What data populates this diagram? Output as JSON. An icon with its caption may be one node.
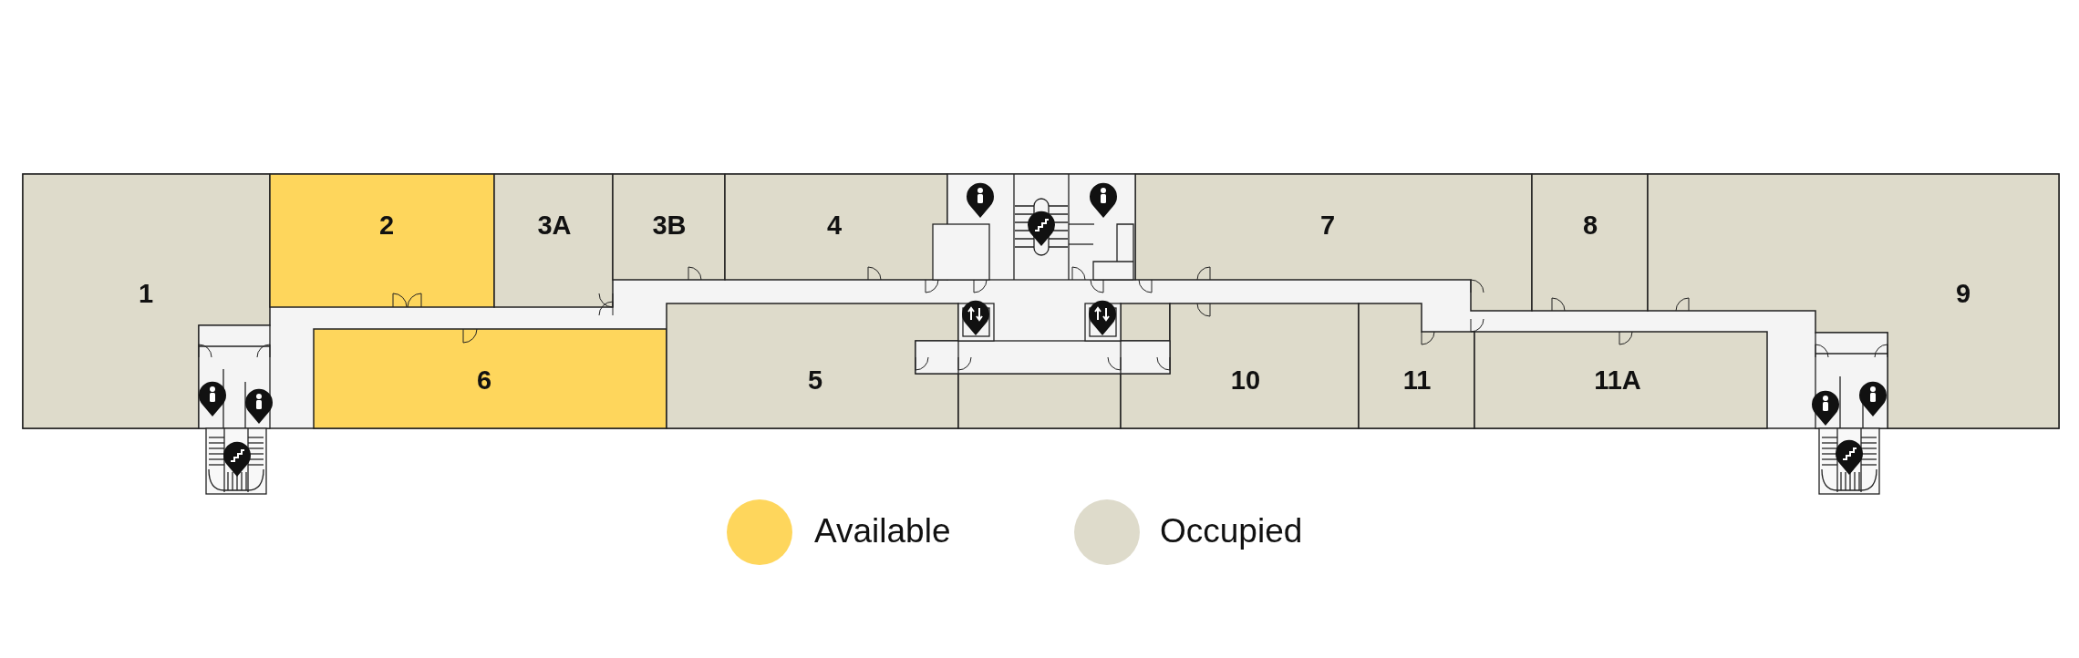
{
  "diagram": {
    "nodes": [
      {
        "text": [
          "1"
        ]
      },
      {
        "text": [
          "2"
        ]
      },
      {
        "text": [
          "3A"
        ]
      },
      {
        "text": [
          "3B"
        ]
      },
      {
        "text": [
          "4"
        ]
      },
      {
        "text": [
          "7"
        ]
      },
      {
        "text": [
          "8"
        ]
      },
      {
        "text": [
          "9"
        ]
      },
      {
        "text": [
          "6"
        ]
      },
      {
        "text": [
          "5"
        ]
      },
      {
        "text": [],
        "shape": "box"
      },
      {
        "text": [],
        "shape": "box"
      },
      {
        "text": [
          "10"
        ]
      },
      {
        "text": [
          "11"
        ]
      },
      {
        "text": [
          "11A"
        ]
      }
    ],
    "legend": [
      {
        "text": "Available",
        "color": "#fed65c"
      },
      {
        "text": "Occupied",
        "color": "#dedbcb"
      }
    ]
  }
}
